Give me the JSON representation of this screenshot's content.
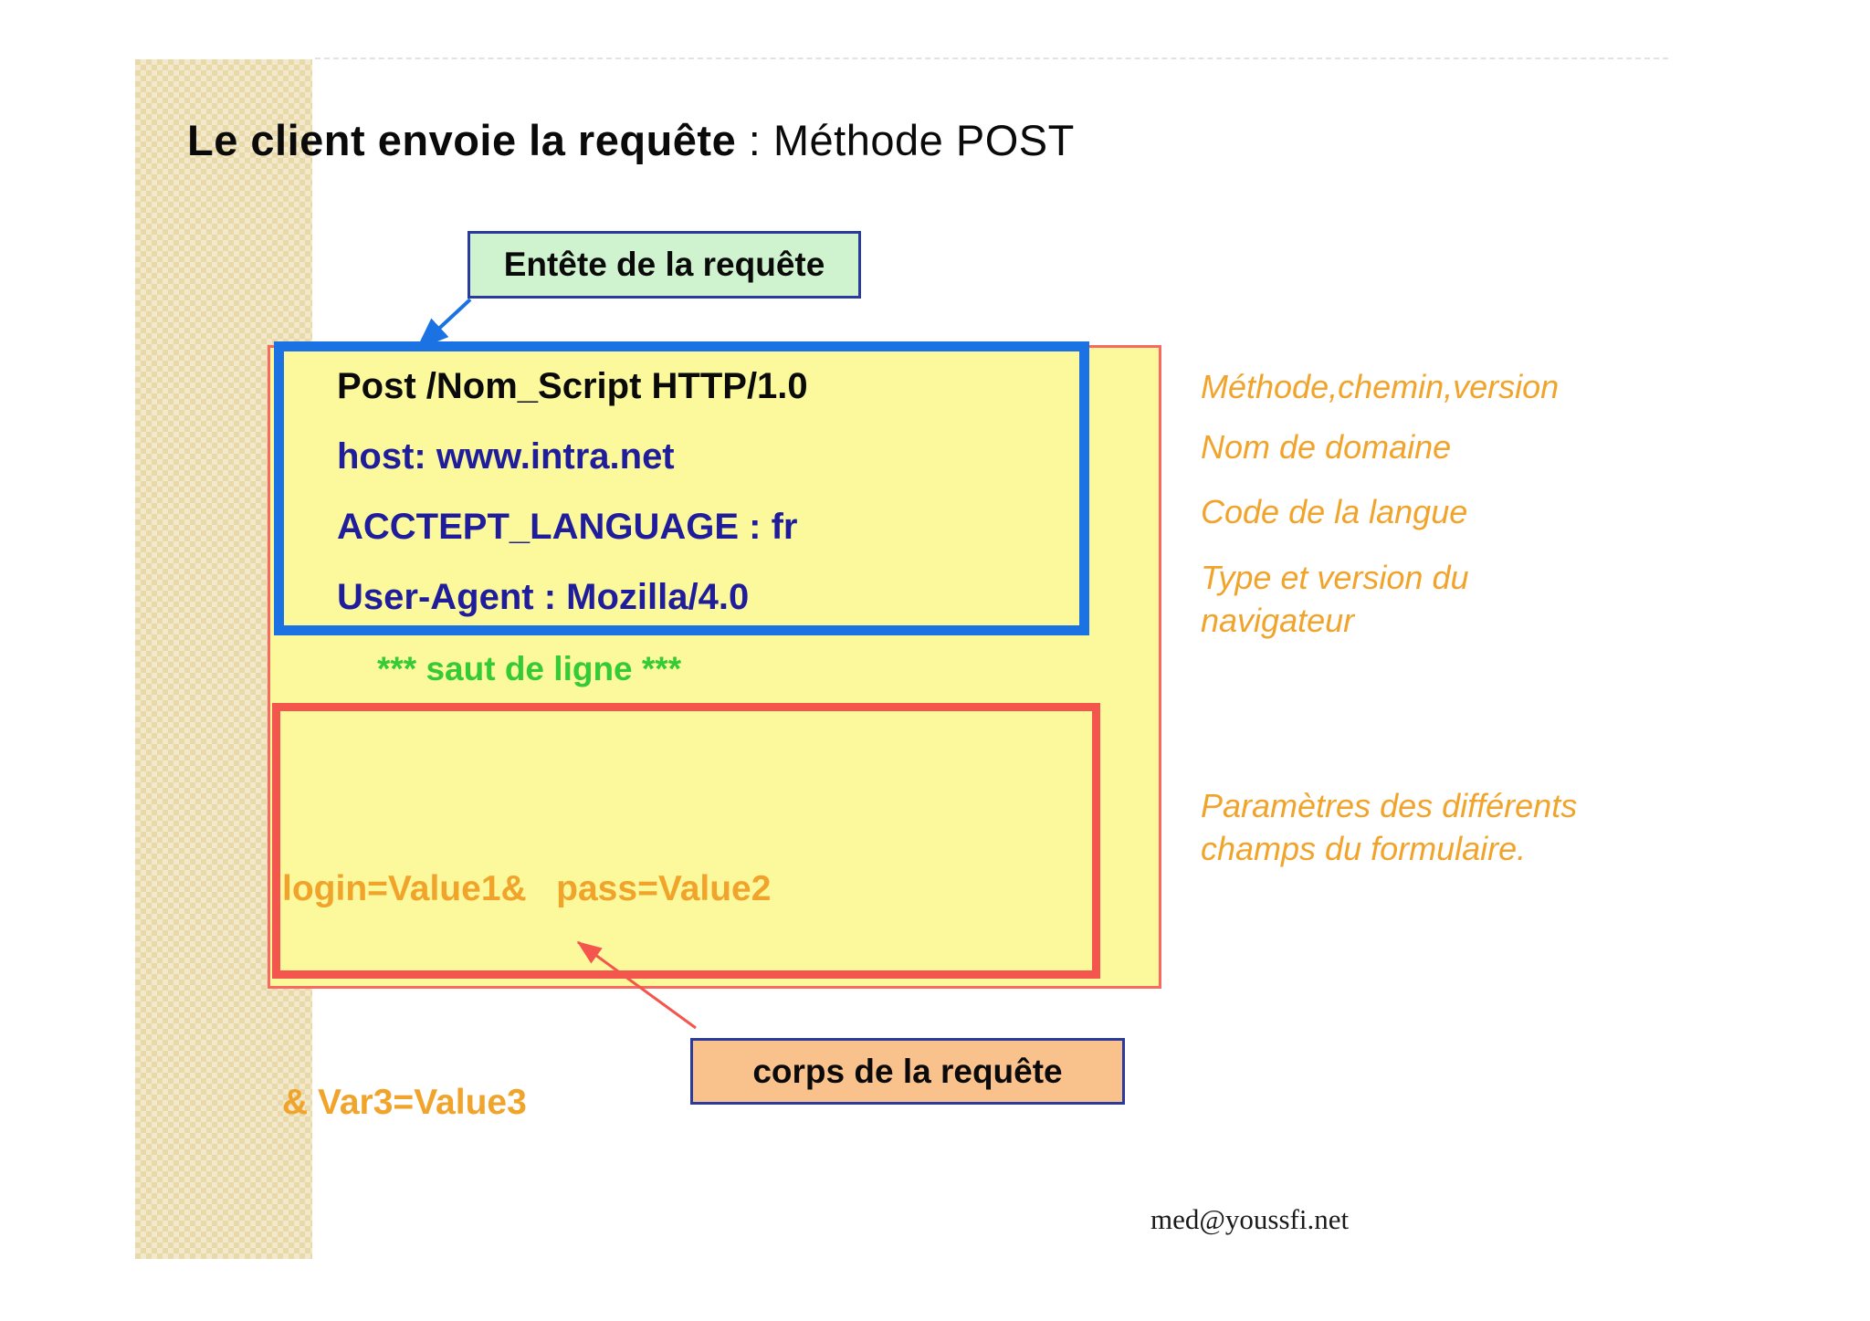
{
  "slide": {
    "title": {
      "bold": "Le client envoie la requête",
      "rest": " : Méthode POST"
    },
    "header_callout": "Entête de la requête",
    "request_header": {
      "lines": [
        {
          "text": "Post /Nom_Script HTTP/1.0"
        },
        {
          "text": "host: www.intra.net"
        },
        {
          "text": "ACCTEPT_LANGUAGE : fr"
        },
        {
          "text": "User-Agent : Mozilla/4.0"
        }
      ]
    },
    "line_break_note": "*** saut de ligne ***",
    "request_body": {
      "lines": [
        {
          "text": "login=Value1&   pass=Value2"
        },
        {
          "text": "& Var3=Value3"
        }
      ]
    },
    "annotations": [
      {
        "text": "Méthode,chemin,version"
      },
      {
        "text": "Nom de domaine"
      },
      {
        "text": "Code de la langue"
      },
      {
        "text": "Type et version du\nnavigateur"
      },
      {
        "text": "Paramètres des différents\nchamps du formulaire."
      }
    ],
    "body_callout": "corps de la requête",
    "footer": "med@youssfi.net"
  },
  "colors": {
    "blue_border": "#1b72e3",
    "red_border": "#f4564d",
    "salmon_border": "#f8695f",
    "yellow_fill": "#fbf99c",
    "green_fill": "#cff3cf",
    "peach_fill": "#f9c28d",
    "navy_box_border": "#2b3a9d",
    "navy_text": "#201d9c",
    "green_text": "#35cb35",
    "orange_text": "#f1a42b",
    "black_text": "#0a0a0a",
    "band_fill": "#e9d9a9"
  }
}
